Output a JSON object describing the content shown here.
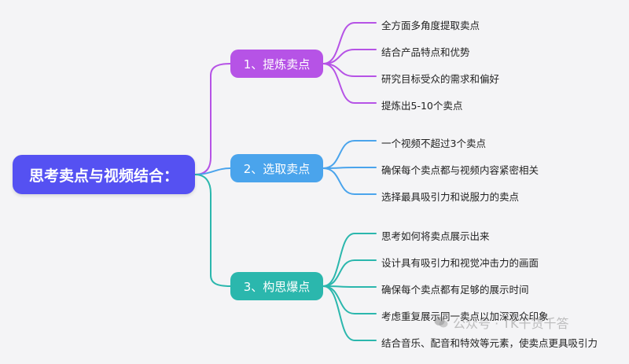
{
  "colors": {
    "root": "#5551f2",
    "branch1": "#b653e6",
    "branch2": "#4aa4ec",
    "branch3": "#2bb7ad"
  },
  "root": {
    "label": "思考卖点与视频结合："
  },
  "branches": [
    {
      "label": "1、提炼卖点",
      "items": [
        "全方面多角度提取卖点",
        "结合产品特点和优势",
        "研究目标受众的需求和偏好",
        "提炼出5-10个卖点"
      ]
    },
    {
      "label": "2、选取卖点",
      "items": [
        "一个视频不超过3个卖点",
        "确保每个卖点都与视频内容紧密相关",
        "选择最具吸引力和说服力的卖点"
      ]
    },
    {
      "label": "3、构思爆点",
      "items": [
        "思考如何将卖点展示出来",
        "设计具有吸引力和视觉冲击力的画面",
        "确保每个卖点都有足够的展示时间",
        "考虑重复展示同一卖点以加深观众印象",
        "结合音乐、配音和特效等元素，使卖点更具吸引力"
      ]
    }
  ],
  "watermark": {
    "text": "公众号 · TK干货千答",
    "icon": "wechat-icon"
  }
}
